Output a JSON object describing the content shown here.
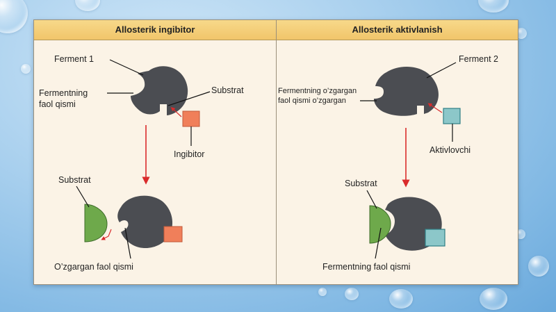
{
  "left_panel": {
    "title": "Allosterik ingibitor",
    "labels": {
      "enzyme": "Ferment 1",
      "active_site_line1": "Fermentning",
      "active_site_line2": "faol qismi",
      "substrate_top": "Substrat",
      "inhibitor": "Ingibitor",
      "substrate_bottom": "Substrat",
      "changed_site": "O’zgargan faol qismi"
    }
  },
  "right_panel": {
    "title": "Allosterik aktivlanish",
    "labels": {
      "enzyme": "Ferment 2",
      "changed_site_line1": "Fermentning o’zgargan",
      "changed_site_line2": "faol qismi o’zgargan",
      "activator": "Aktivlovchi",
      "substrate": "Substrat",
      "active_site": "Fermentning faol qismi"
    }
  },
  "colors": {
    "enzyme": "#4b4d52",
    "inhibitor": "#f07f5a",
    "activator": "#8cc7c9",
    "substrate": "#6ea94b",
    "arrow": "#d92b2b"
  }
}
